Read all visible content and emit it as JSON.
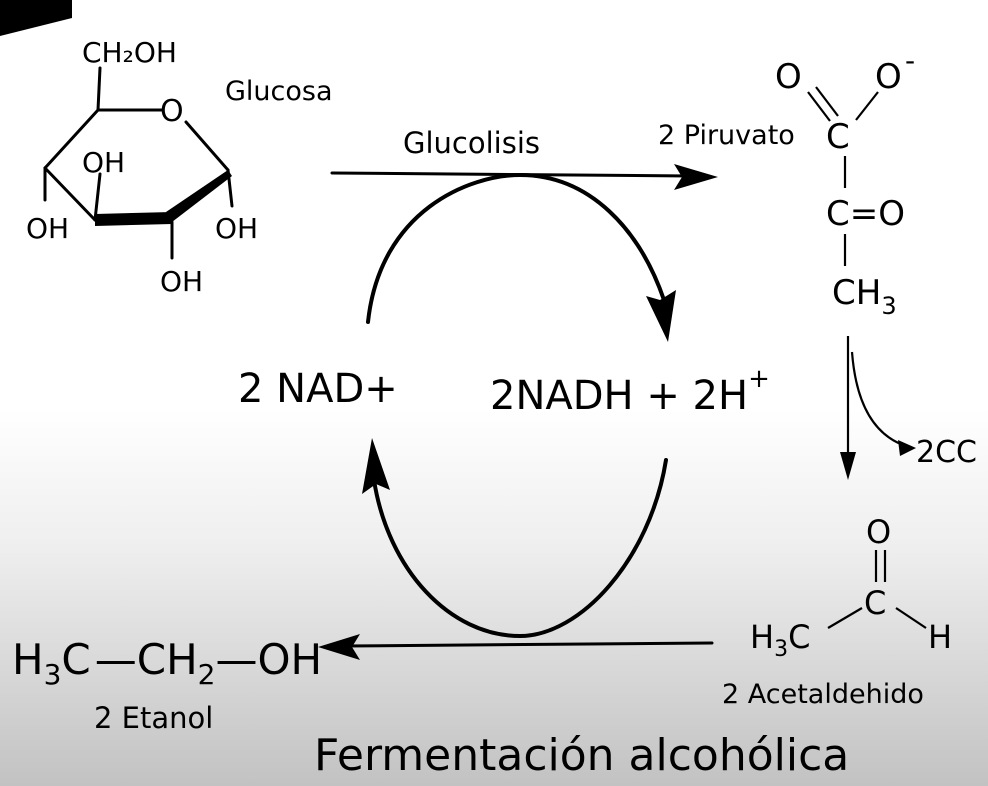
{
  "glucose": {
    "name": "Glucosa",
    "ch2oh": "CH₂OH",
    "o": "O",
    "oh_upper": "OH",
    "oh_left": "OH",
    "oh_right": "OH",
    "oh_bottom": "OH"
  },
  "glycolysis_label": "Glucolisis",
  "pyruvate": {
    "name": "2 Piruvato",
    "carboxyl_c": "C",
    "o_left": "O",
    "o_minus": "O",
    "minus_sign": "-",
    "keto_group": "C=O",
    "methyl": "CH",
    "methyl_sub": "3"
  },
  "co2_label": "2CC",
  "nad_plus": "2 NAD+",
  "nadh": "2NADH + 2H",
  "h_plus_sup": "+",
  "acetaldehyde": {
    "name": "2 Acetaldehido",
    "o": "O",
    "c": "C",
    "h": "H",
    "h3c": "H",
    "h3c_sub": "3",
    "h3c_c": "C"
  },
  "ethanol": {
    "name": "2 Etanol",
    "formula_h": "H",
    "formula_sub3": "3",
    "formula_c1": "C",
    "formula_ch": "CH",
    "formula_sub2": "2",
    "formula_oh": "OH"
  },
  "title": "Fermentación alcohólica"
}
